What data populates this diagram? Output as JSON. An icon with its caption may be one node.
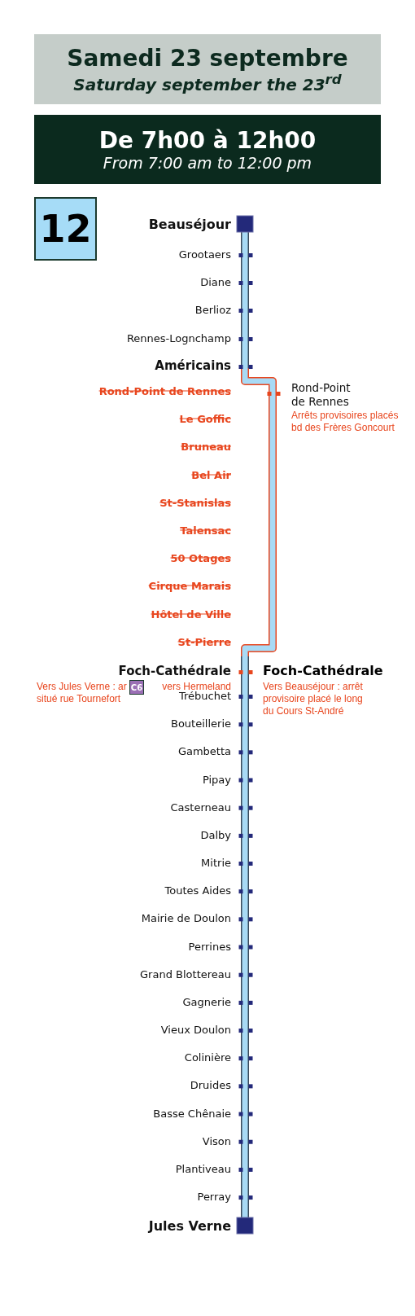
{
  "diagram": {
    "title": "Samedi 23 septembre",
    "nodes": [
      {
        "text": [],
        "shape": "box"
      },
      {
        "text": [],
        "shape": "box"
      }
    ],
    "edges": [
      {
        "from": 0,
        "to": 1,
        "arrow": "none"
      }
    ],
    "labels": [
      "Saturday september the 23$^{rd}$",
      "De 7h00 à 12h00",
      "From 7:00 am to 12:00 pm",
      "12",
      "Beauséjour",
      "Grootaers",
      "Diane",
      "Berlioz",
      "Rennes-Lognchamp",
      "Américains",
      "Rond-Point de Rennes",
      "Le Goffic",
      "Bruneau",
      "Bel Air",
      "St-Stanislas",
      "Talensac",
      "50 Otages",
      "Cirque Marais",
      "Hôtel de Ville",
      "St-Pierre",
      "Rond-Point de Rennes",
      "Arrêts provisoires placés bd des Frères Goncourt",
      "Foch-Cathédrale",
      "Vers Jules Verne : ar",
      "C6",
      "vers Hermeland",
      "situé rue Tournefort",
      "Foch-Cathédrale",
      "Vers Beauséjour : arrêt provisoire placé le long du Cours St-André",
      "Trébuchet",
      "Bouteillerie",
      "Gambetta",
      "Pipay",
      "Casterneau",
      "Dalby",
      "Mitrie",
      "Toutes Aides",
      "Mairie de Doulon",
      "Perrines",
      "Grand Blottereau",
      "Gagnerie",
      "Vieux Doulon",
      "Colinière",
      "Druides",
      "Basse Chênaie",
      "Vison",
      "Plantiveau",
      "Perray",
      "Jules Verne"
    ]
  }
}
